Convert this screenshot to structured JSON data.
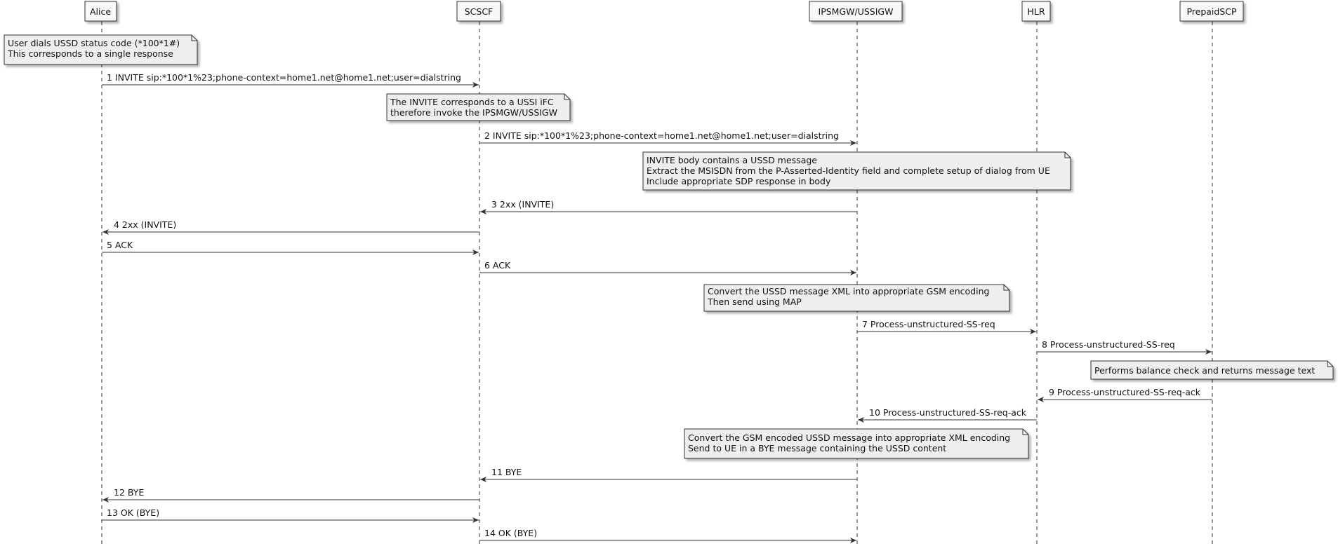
{
  "participants": [
    {
      "id": "alice",
      "name": "Alice"
    },
    {
      "id": "scscf",
      "name": "SCSCF"
    },
    {
      "id": "ipsmgw",
      "name": "IPSMGW/USSIGW"
    },
    {
      "id": "hlr",
      "name": "HLR"
    },
    {
      "id": "prepaid",
      "name": "PrepaidSCP"
    }
  ],
  "notes": [
    {
      "lines": [
        "User dials USSD status code (*100*1#)",
        "This corresponds to a single response"
      ]
    },
    {
      "lines": [
        "The INVITE corresponds to a USSI iFC",
        "therefore invoke the IPSMGW/USSIGW"
      ]
    },
    {
      "lines": [
        "INVITE body contains a USSD message",
        "Extract the MSISDN from the P-Asserted-Identity field and complete setup of dialog from UE",
        "Include appropriate SDP response in body"
      ]
    },
    {
      "lines": [
        "Convert the USSD message XML into appropriate GSM encoding",
        "Then send using MAP"
      ]
    },
    {
      "lines": [
        "Performs balance check and returns message text"
      ]
    },
    {
      "lines": [
        "Convert the GSM encoded USSD message into appropriate XML encoding",
        "Send to UE in a BYE message containing the USSD content"
      ]
    }
  ],
  "messages": [
    {
      "from": "alice",
      "to": "scscf",
      "label": "1 INVITE sip:*100*1%23;phone-context=home1.net@home1.net;user=dialstring"
    },
    {
      "from": "scscf",
      "to": "ipsmgw",
      "label": "2 INVITE sip:*100*1%23;phone-context=home1.net@home1.net;user=dialstring"
    },
    {
      "from": "ipsmgw",
      "to": "scscf",
      "label": "3 2xx (INVITE)"
    },
    {
      "from": "scscf",
      "to": "alice",
      "label": "4 2xx (INVITE)"
    },
    {
      "from": "alice",
      "to": "scscf",
      "label": "5 ACK"
    },
    {
      "from": "scscf",
      "to": "ipsmgw",
      "label": "6 ACK"
    },
    {
      "from": "ipsmgw",
      "to": "hlr",
      "label": "7 Process-unstructured-SS-req"
    },
    {
      "from": "hlr",
      "to": "prepaid",
      "label": "8 Process-unstructured-SS-req"
    },
    {
      "from": "prepaid",
      "to": "hlr",
      "label": "9 Process-unstructured-SS-req-ack"
    },
    {
      "from": "hlr",
      "to": "ipsmgw",
      "label": "10 Process-unstructured-SS-req-ack"
    },
    {
      "from": "ipsmgw",
      "to": "scscf",
      "label": "11 BYE"
    },
    {
      "from": "scscf",
      "to": "alice",
      "label": "12 BYE"
    },
    {
      "from": "alice",
      "to": "scscf",
      "label": "13 OK (BYE)"
    },
    {
      "from": "scscf",
      "to": "ipsmgw",
      "label": "14 OK (BYE)"
    }
  ],
  "colors": {
    "line": "#333333",
    "note_fill": "#eeeeee",
    "box_fill": "#f8f8f8"
  }
}
